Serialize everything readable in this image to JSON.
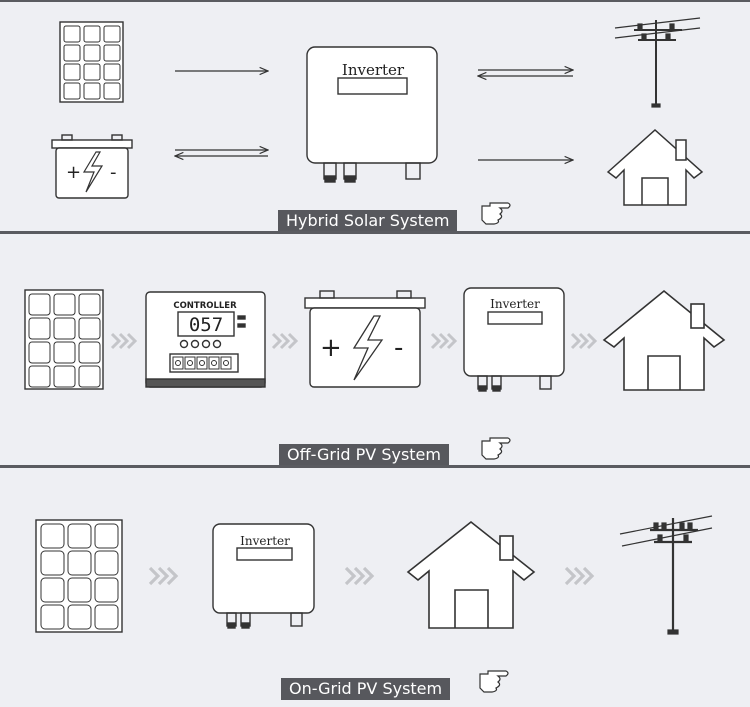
{
  "sections": [
    {
      "id": "hybrid",
      "label": "Hybrid Solar System"
    },
    {
      "id": "offgrid",
      "label": "Off-Grid PV System"
    },
    {
      "id": "ongrid",
      "label": "On-Grid PV System"
    }
  ],
  "inverter_label": "Inverter",
  "controller": {
    "title": "CONTROLLER",
    "display": "057"
  },
  "battery": {
    "plus": "+",
    "minus": "-"
  },
  "colors": {
    "background": "#eeeff3",
    "stroke": "#333333",
    "label_bg": "#57585d",
    "separator": "#5a5b60",
    "chevron": "#c4c5c9"
  }
}
